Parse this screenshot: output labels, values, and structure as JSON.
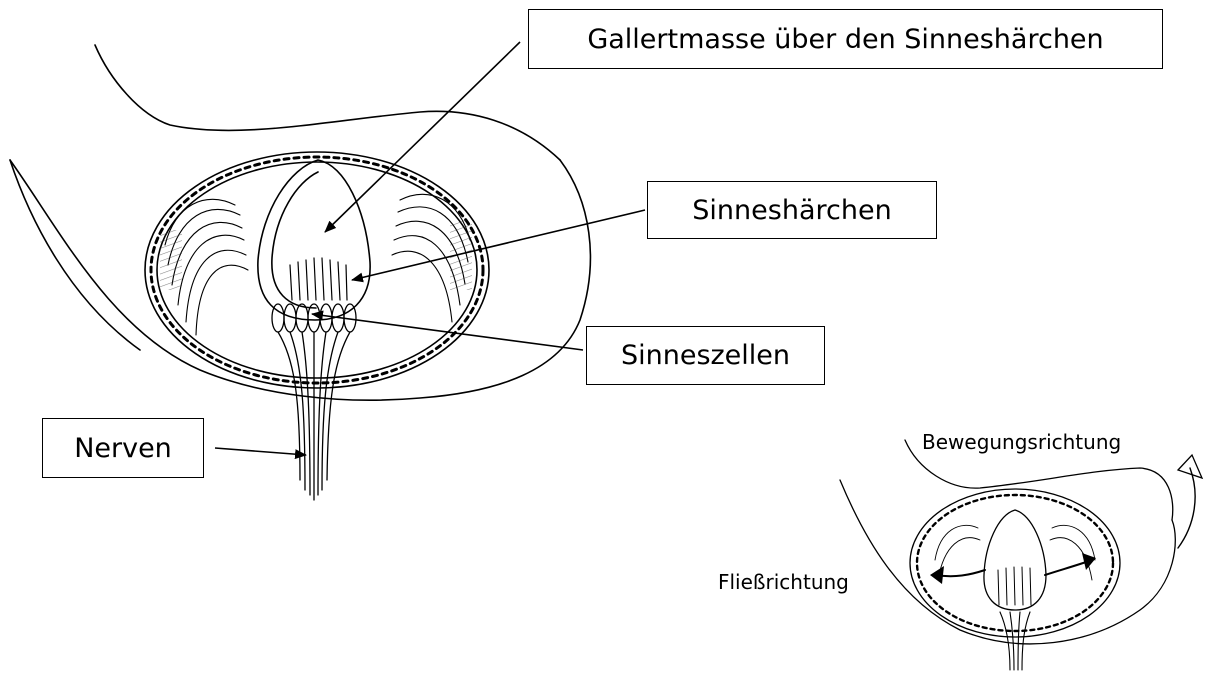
{
  "labels": {
    "gallertmasse": "Gallertmasse über den Sinneshärchen",
    "sinneshaerchen": "Sinneshärchen",
    "sinneszellen": "Sinneszellen",
    "nerven": "Nerven",
    "bewegungsrichtung": "Bewegungsrichtung",
    "fliessrichtung": "Fließrichtung"
  },
  "colors": {
    "ink": "#000000",
    "paper": "#ffffff",
    "shade": "#555555"
  }
}
